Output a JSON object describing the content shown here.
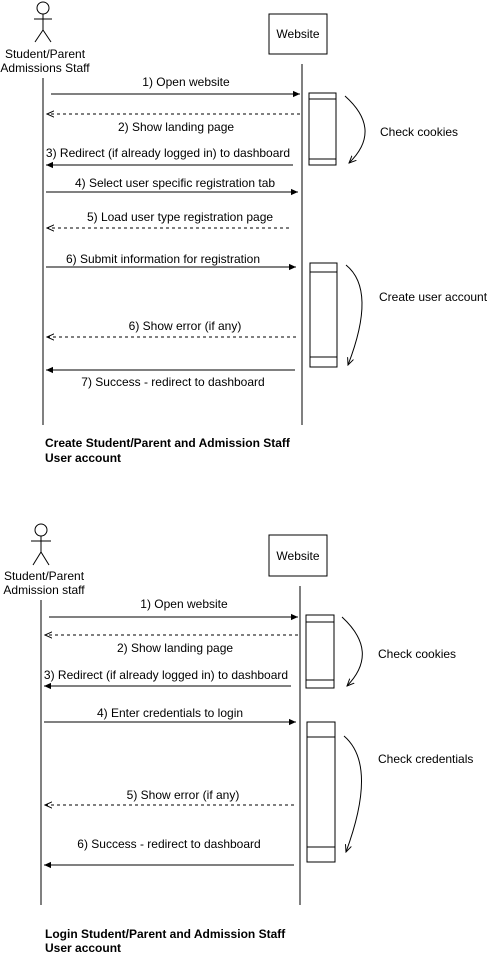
{
  "diagram1": {
    "actor_lines": [
      "Student/Parent",
      "Admissions Staff"
    ],
    "system": "Website",
    "messages": [
      "1) Open website",
      "2) Show landing page",
      "3) Redirect (if already logged in) to dashboard",
      "4) Select user specific registration tab",
      "5) Load user type registration page",
      "6) Submit information for registration",
      "6) Show error (if any)",
      "7) Success - redirect to dashboard"
    ],
    "notes": [
      "Check cookies",
      "Create user account"
    ],
    "caption_lines": [
      "Create Student/Parent and Admission Staff",
      "User account"
    ]
  },
  "diagram2": {
    "actor_lines": [
      "Student/Parent",
      "Admission staff"
    ],
    "system": "Website",
    "messages": [
      "1) Open website",
      "2) Show landing page",
      "3) Redirect (if already logged in) to dashboard",
      "4) Enter credentials to login",
      "5) Show error (if any)",
      "6) Success - redirect to dashboard"
    ],
    "notes": [
      "Check cookies",
      "Check credentials"
    ],
    "caption_lines": [
      "Login Student/Parent and Admission Staff",
      "User account"
    ]
  }
}
